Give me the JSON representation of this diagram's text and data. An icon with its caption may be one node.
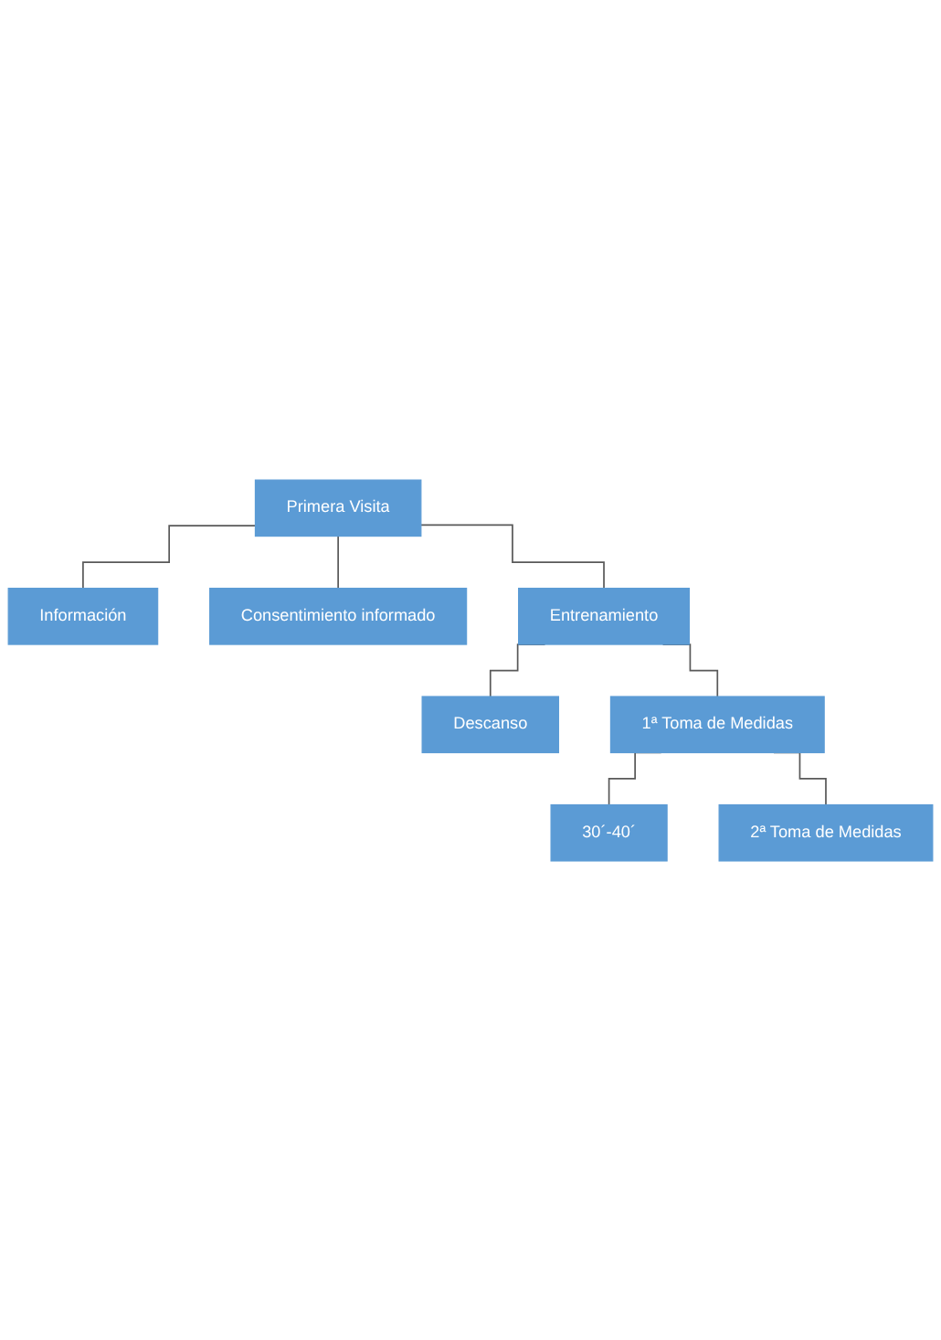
{
  "diagram": {
    "nodes": [
      {
        "text": [
          "Primera Visita"
        ]
      },
      {
        "text": [
          "Información"
        ]
      },
      {
        "text": [
          "Consentimiento informado"
        ]
      },
      {
        "text": [
          "Entrenamiento"
        ]
      },
      {
        "text": [
          "Descanso"
        ]
      },
      {
        "text": [
          "1ª Toma de Medidas"
        ]
      },
      {
        "text": [
          "30´-40´"
        ]
      },
      {
        "text": [
          "2ª Toma de Medidas"
        ]
      }
    ],
    "edges": [
      {
        "from": 0,
        "to": 1,
        "arrow": "none"
      },
      {
        "from": 0,
        "to": 2,
        "arrow": "none"
      },
      {
        "from": 0,
        "to": 3,
        "arrow": "none"
      },
      {
        "from": 3,
        "to": 4,
        "arrow": "none"
      },
      {
        "from": 3,
        "to": 5,
        "arrow": "none"
      },
      {
        "from": 5,
        "to": 6,
        "arrow": "none"
      },
      {
        "from": 5,
        "to": 7,
        "arrow": "none"
      }
    ]
  }
}
